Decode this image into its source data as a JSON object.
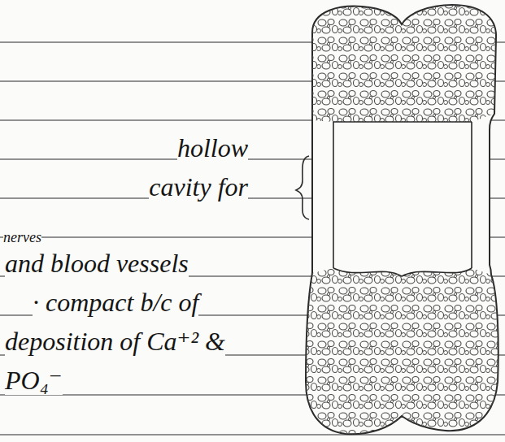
{
  "diagram": {
    "labels": [
      "hollow cavity for",
      "nerves",
      "and blood vessels",
      "· compact b/c of deposition of Ca⁺² & PO₄⁻"
    ]
  }
}
